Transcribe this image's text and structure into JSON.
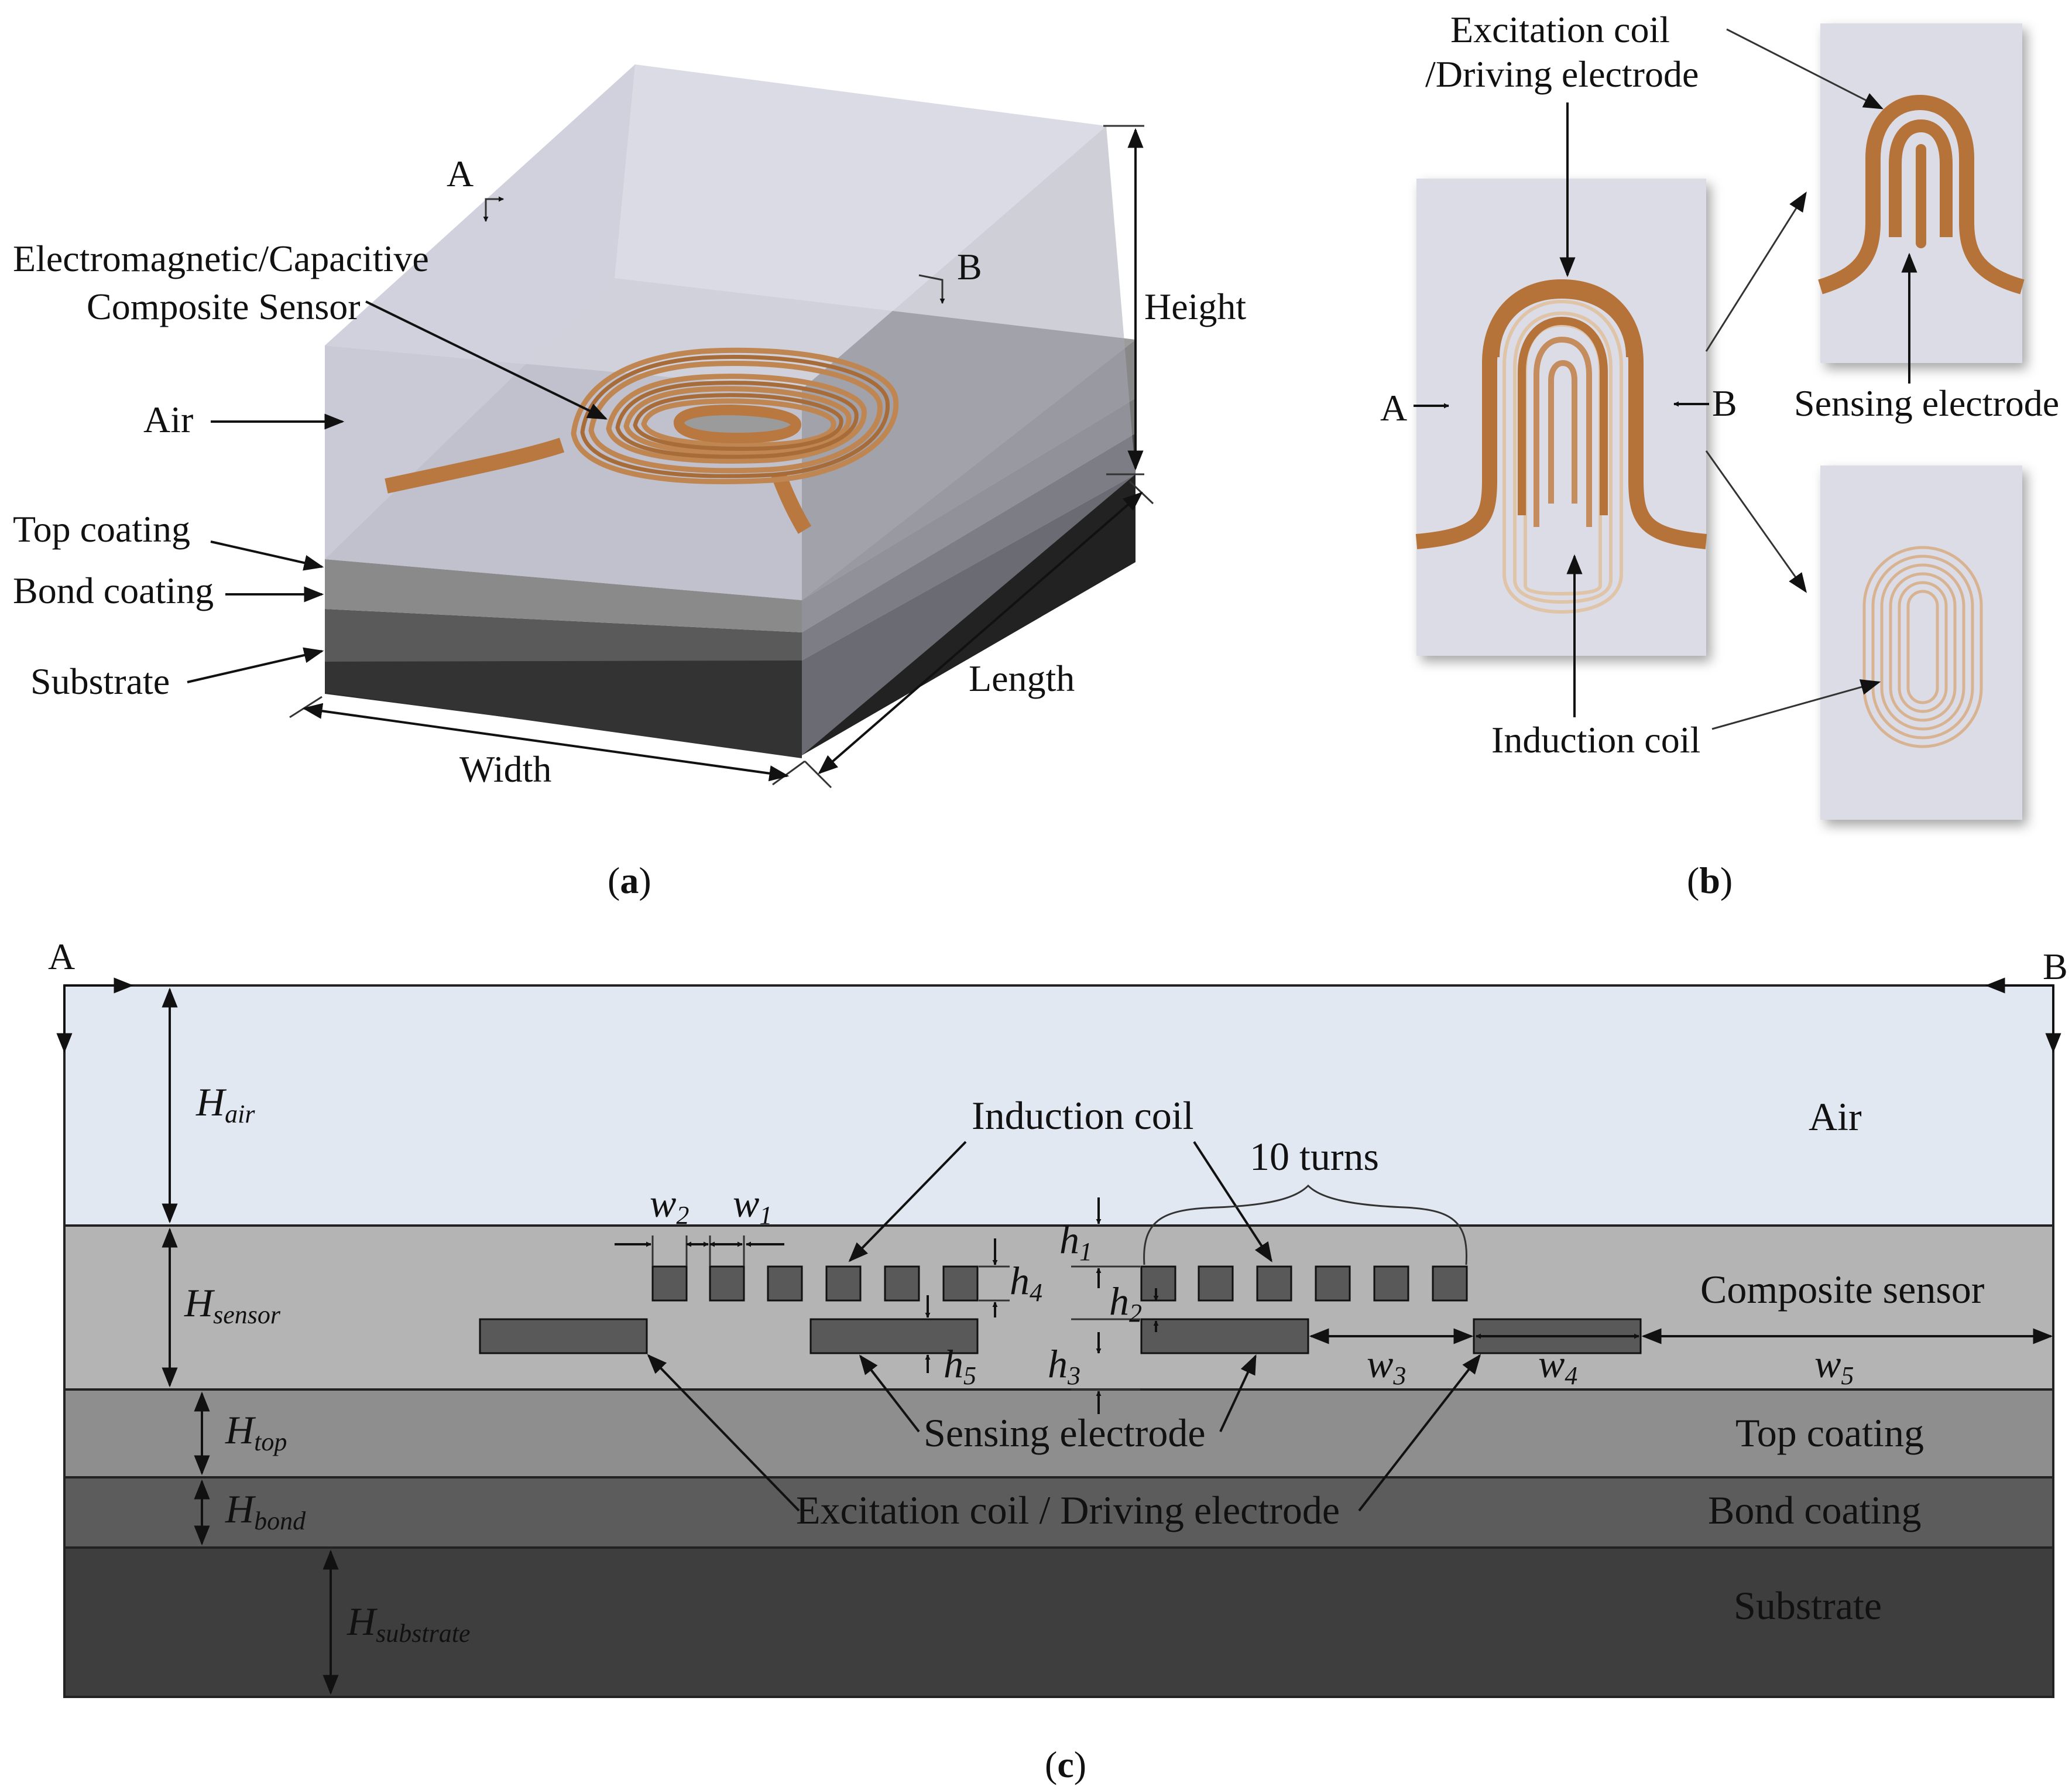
{
  "panel_a": {
    "caption_letter": "a",
    "section_a": "A",
    "section_b": "B",
    "sensor_label_line1": "Electromagnetic/Capacitive",
    "sensor_label_line2": "Composite Sensor",
    "air": "Air",
    "top_coating": "Top coating",
    "bond_coating": "Bond coating",
    "substrate": "Substrate",
    "height": "Height",
    "width": "Width",
    "length": "Length"
  },
  "panel_b": {
    "caption_letter": "b",
    "excitation_line1": "Excitation coil",
    "excitation_line2": "/Driving electrode",
    "section_a": "A",
    "section_b": "B",
    "sensing_electrode": "Sensing electrode",
    "induction_coil": "Induction coil"
  },
  "panel_c": {
    "caption_letter": "c",
    "section_a": "A",
    "section_b": "B",
    "h_air": {
      "main": "H",
      "sub": "air"
    },
    "h_sensor": {
      "main": "H",
      "sub": "sensor"
    },
    "h_top": {
      "main": "H",
      "sub": "top"
    },
    "h_bond": {
      "main": "H",
      "sub": "bond"
    },
    "h_substrate": {
      "main": "H",
      "sub": "substrate"
    },
    "air": "Air",
    "composite_sensor": "Composite sensor",
    "top_coating": "Top coating",
    "bond_coating": "Bond coating",
    "substrate": "Substrate",
    "induction_coil": "Induction coil",
    "ten_turns": "10 turns",
    "sensing_electrode": "Sensing electrode",
    "excitation": "Excitation coil / Driving electrode",
    "dims": {
      "w1": {
        "main": "w",
        "sub": "1"
      },
      "w2": {
        "main": "w",
        "sub": "2"
      },
      "w3": {
        "main": "w",
        "sub": "3"
      },
      "w4": {
        "main": "w",
        "sub": "4"
      },
      "w5": {
        "main": "w",
        "sub": "5"
      },
      "h1": {
        "main": "h",
        "sub": "1"
      },
      "h2": {
        "main": "h",
        "sub": "2"
      },
      "h3": {
        "main": "h",
        "sub": "3"
      },
      "h4": {
        "main": "h",
        "sub": "4"
      },
      "h5": {
        "main": "h",
        "sub": "5"
      }
    }
  },
  "colors": {
    "air_c": "#e2e8f2",
    "sensor_layer": "#b4b4b4",
    "top_layer": "#8e8e8e",
    "bond_layer": "#5c5c5c",
    "substrate_layer": "#3e3e3e",
    "electrode": "#595959",
    "copper": "#b87a48",
    "panel_b_bg": "#dcdce6"
  }
}
